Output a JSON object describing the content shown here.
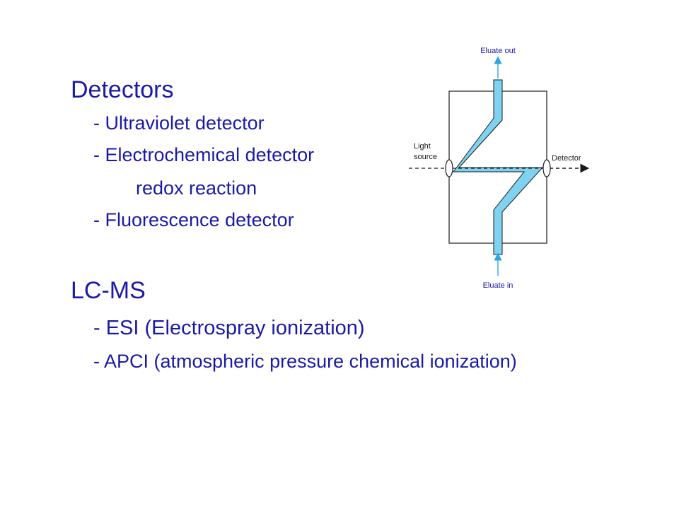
{
  "slide": {
    "detectors_heading": "Detectors",
    "detector_items": [
      "- Ultraviolet detector",
      "- Electrochemical detector",
      "redox reaction",
      "- Fluorescence detector"
    ],
    "lcms_heading": "LC-MS",
    "lcms_items": [
      "- ESI (Electrospray ionization)",
      "- APCI (atmospheric pressure chemical ionization)"
    ]
  },
  "diagram": {
    "eluate_out_label": "Eluate out",
    "eluate_in_label": "Eluate in",
    "light_source_label_line1": "Light",
    "light_source_label_line2": "source",
    "detector_label": "Detector",
    "colors": {
      "text": "#1a1aa8",
      "flow_fill": "#7fd3f0",
      "flow_arrow": "#29a6de",
      "outline": "#1a1a1a"
    }
  }
}
